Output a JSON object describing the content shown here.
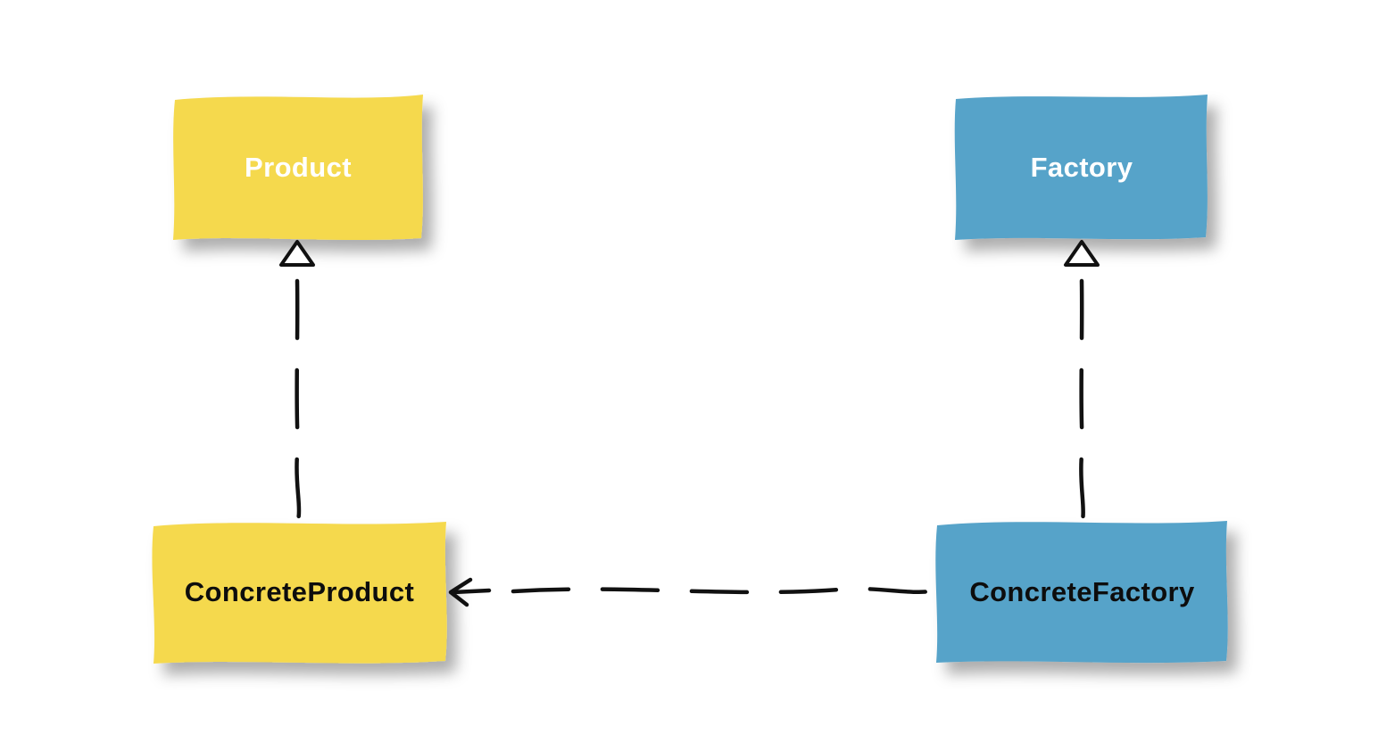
{
  "diagram": {
    "background": "#ffffff",
    "line_color": "#111111",
    "nodes": [
      {
        "label": "Product",
        "fill": "#f5d94e",
        "text_color": "#ffffff"
      },
      {
        "label": "Factory",
        "fill": "#57a3c9",
        "text_color": "#ffffff"
      },
      {
        "label": "ConcreteProduct",
        "fill": "#f5d94e",
        "text_color": "#0d0d0d"
      },
      {
        "label": "ConcreteFactory",
        "fill": "#57a3c9",
        "text_color": "#0d0d0d"
      }
    ],
    "edges": [
      {
        "from": "ConcreteProduct",
        "to": "Product",
        "style": "dashed",
        "arrowhead": "hollow-triangle"
      },
      {
        "from": "ConcreteFactory",
        "to": "Factory",
        "style": "dashed",
        "arrowhead": "hollow-triangle"
      },
      {
        "from": "ConcreteFactory",
        "to": "ConcreteProduct",
        "style": "dashed",
        "arrowhead": "open-arrow"
      }
    ]
  }
}
